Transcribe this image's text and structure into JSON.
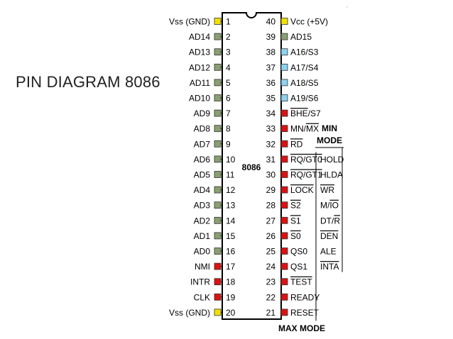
{
  "slide": {
    "title": "PIN DIAGRAM 8086"
  },
  "chip": {
    "name": "8086"
  },
  "pin_colors": {
    "power": "#f2e000",
    "red": "#dd1111",
    "blue": "#8fd3f0",
    "green": "#88a070"
  },
  "left_pins": [
    {
      "num": "1",
      "label": "Vss (GND)",
      "color": "power"
    },
    {
      "num": "2",
      "label": "AD14",
      "color": "green"
    },
    {
      "num": "3",
      "label": "AD13",
      "color": "green"
    },
    {
      "num": "4",
      "label": "AD12",
      "color": "green"
    },
    {
      "num": "5",
      "label": "AD11",
      "color": "green"
    },
    {
      "num": "6",
      "label": "AD10",
      "color": "green"
    },
    {
      "num": "7",
      "label": "AD9",
      "color": "green"
    },
    {
      "num": "8",
      "label": "AD8",
      "color": "green"
    },
    {
      "num": "9",
      "label": "AD7",
      "color": "green"
    },
    {
      "num": "10",
      "label": "AD6",
      "color": "green"
    },
    {
      "num": "11",
      "label": "AD5",
      "color": "green"
    },
    {
      "num": "12",
      "label": "AD4",
      "color": "green"
    },
    {
      "num": "13",
      "label": "AD3",
      "color": "green"
    },
    {
      "num": "14",
      "label": "AD2",
      "color": "green"
    },
    {
      "num": "15",
      "label": "AD1",
      "color": "green"
    },
    {
      "num": "16",
      "label": "AD0",
      "color": "green"
    },
    {
      "num": "17",
      "label": "NMI",
      "color": "red"
    },
    {
      "num": "18",
      "label": "INTR",
      "color": "red"
    },
    {
      "num": "19",
      "label": "CLK",
      "color": "red"
    },
    {
      "num": "20",
      "label": "Vss (GND)",
      "color": "power"
    }
  ],
  "right_pins": [
    {
      "num": "40",
      "label": "Vcc (+5V)",
      "color": "power",
      "overline": false
    },
    {
      "num": "39",
      "label": "AD15",
      "color": "green",
      "overline": false
    },
    {
      "num": "38",
      "label": "A16/S3",
      "color": "blue",
      "overline": false
    },
    {
      "num": "37",
      "label": "A17/S4",
      "color": "blue",
      "overline": false
    },
    {
      "num": "36",
      "label": "A18/S5",
      "color": "blue",
      "overline": false
    },
    {
      "num": "35",
      "label": "A19/S6",
      "color": "blue",
      "overline": false
    },
    {
      "num": "34",
      "label": "BHE/S7",
      "color": "red",
      "overline": "BHE"
    },
    {
      "num": "33",
      "label": "MN/MX",
      "color": "red",
      "overline": "MX"
    },
    {
      "num": "32",
      "label": "RD",
      "color": "red",
      "overline": "RD"
    },
    {
      "num": "31",
      "label": "RQ/GT0",
      "color": "red",
      "overline": "all"
    },
    {
      "num": "30",
      "label": "RQ/GT1",
      "color": "red",
      "overline": "all"
    },
    {
      "num": "29",
      "label": "LOCK",
      "color": "red",
      "overline": "all"
    },
    {
      "num": "28",
      "label": "S2",
      "color": "red",
      "overline": "all"
    },
    {
      "num": "27",
      "label": "S1",
      "color": "red",
      "overline": "all"
    },
    {
      "num": "26",
      "label": "S0",
      "color": "red",
      "overline": "all"
    },
    {
      "num": "25",
      "label": "QS0",
      "color": "red",
      "overline": false
    },
    {
      "num": "24",
      "label": "QS1",
      "color": "red",
      "overline": false
    },
    {
      "num": "23",
      "label": "TEST",
      "color": "red",
      "overline": "all"
    },
    {
      "num": "22",
      "label": "READY",
      "color": "red",
      "overline": false
    },
    {
      "num": "21",
      "label": "RESET",
      "color": "red",
      "overline": false
    }
  ],
  "min_mode": {
    "heading_line1": "MIN",
    "heading_line2": "MODE",
    "labels": [
      {
        "pin": "31",
        "label": "HOLD",
        "overline": false
      },
      {
        "pin": "30",
        "label": "HLDA",
        "overline": false
      },
      {
        "pin": "29",
        "label": "WR",
        "overline": "all"
      },
      {
        "pin": "28",
        "label": "M/IO",
        "overline": "IO"
      },
      {
        "pin": "27",
        "label": "DT/R",
        "overline": "R"
      },
      {
        "pin": "26",
        "label": "DEN",
        "overline": "all"
      },
      {
        "pin": "25",
        "label": "ALE",
        "overline": false
      },
      {
        "pin": "24",
        "label": "INTA",
        "overline": "all"
      }
    ]
  },
  "max_mode": {
    "label": "MAX MODE"
  }
}
